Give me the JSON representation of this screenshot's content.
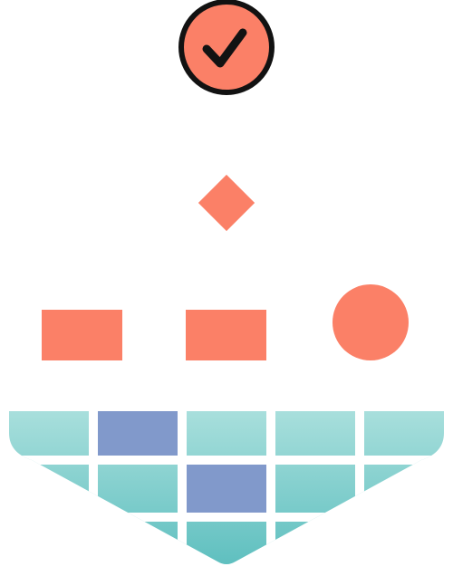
{
  "palette": {
    "coral": "#fb8067",
    "dark": "#121212",
    "purple": "#8199cb",
    "teal_top": "#a8dfdc",
    "teal_bottom": "#5ebfbf"
  },
  "icons": {
    "badge": "checkmark-icon"
  },
  "grid": {
    "rows": 3,
    "columns": 5,
    "highlighted_cells": [
      {
        "row": 1,
        "column": 2
      },
      {
        "row": 2,
        "column": 3
      }
    ]
  }
}
